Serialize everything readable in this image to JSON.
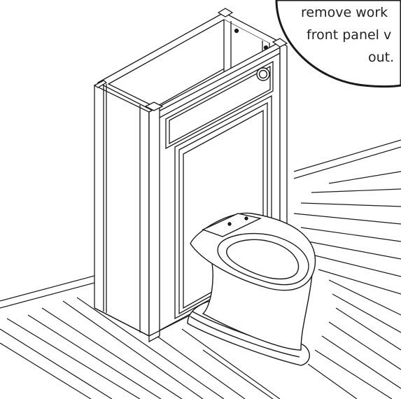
{
  "illustration": {
    "subject": "back-to-wall toilet unit with cistern cabinet on wooden decking",
    "line_color": "#1a1a1a",
    "background": "#ffffff",
    "callout_fill": "#ffffff"
  },
  "callout": {
    "lines": [
      "remove work",
      "front panel v",
      "out."
    ]
  },
  "icons": {
    "flush_button": "flush-button-icon"
  }
}
